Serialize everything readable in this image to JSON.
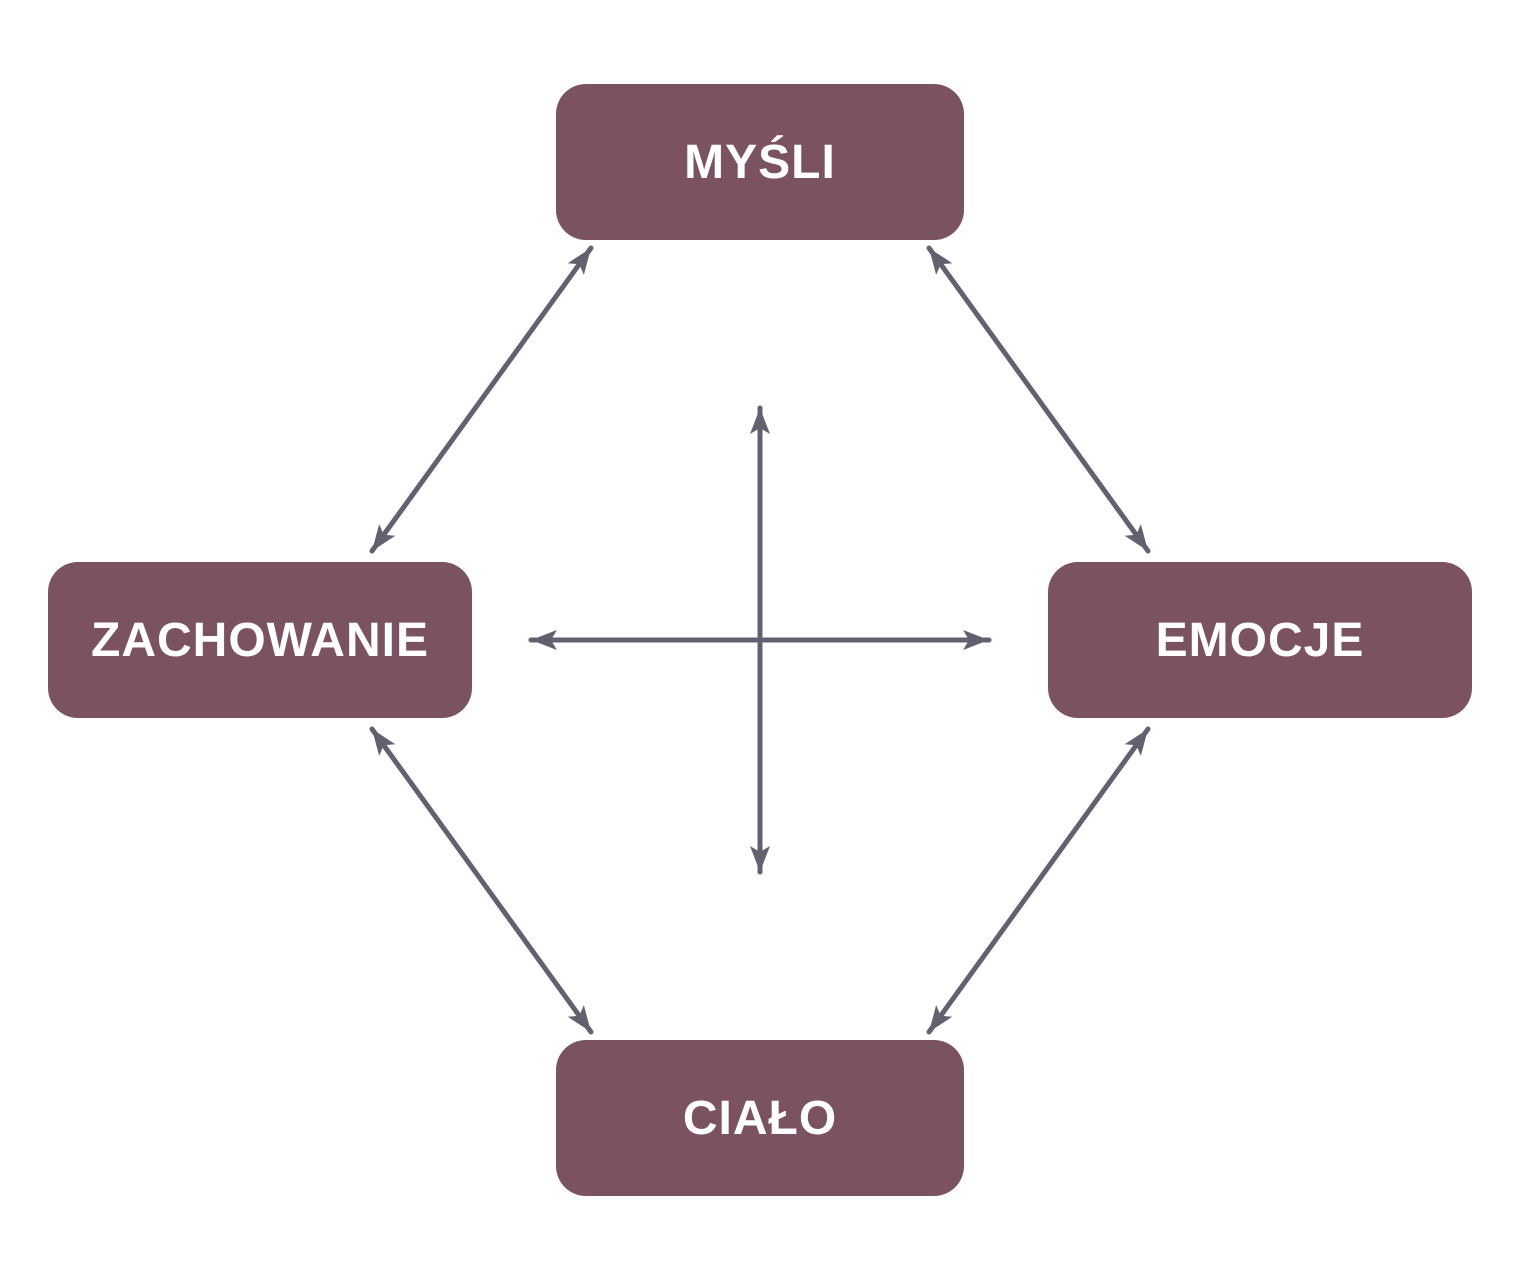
{
  "diagram": {
    "colors": {
      "node_fill": "#7b5260",
      "node_text": "#ffffff",
      "arrow": "#62616f",
      "background": "#ffffff"
    },
    "nodes": {
      "top": {
        "label": "MYŚLI"
      },
      "left": {
        "label": "ZACHOWANIE"
      },
      "right": {
        "label": "EMOCJE"
      },
      "bottom": {
        "label": "CIAŁO"
      }
    },
    "connections": [
      {
        "from": "top",
        "to": "left",
        "direction": "both"
      },
      {
        "from": "top",
        "to": "right",
        "direction": "both"
      },
      {
        "from": "left",
        "to": "bottom",
        "direction": "both"
      },
      {
        "from": "right",
        "to": "bottom",
        "direction": "both"
      },
      {
        "from": "top",
        "to": "bottom",
        "direction": "both"
      },
      {
        "from": "left",
        "to": "right",
        "direction": "both"
      }
    ]
  }
}
